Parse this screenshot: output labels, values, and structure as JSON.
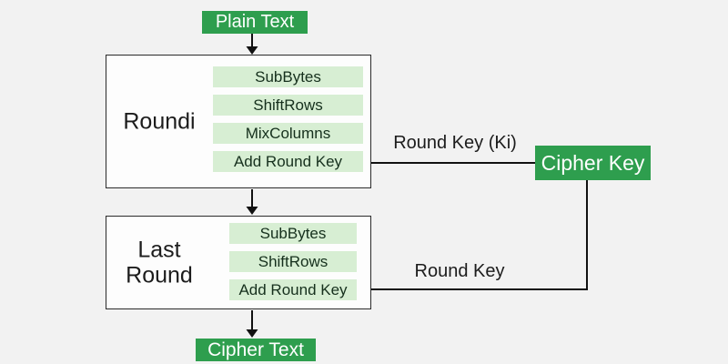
{
  "colors": {
    "background": "#f2f2f2",
    "accent_green": "#2e9e4e",
    "light_green": "#d7eed3",
    "box_background": "#fdfdfd",
    "box_border": "#2b2b2b",
    "arrow": "#111111",
    "badge_text": "#ffffff",
    "label_text": "#1c1c1c",
    "step_text": "#16301d"
  },
  "nodes": {
    "plain_text": {
      "label": "Plain Text"
    },
    "cipher_key": {
      "label": "Cipher Key"
    },
    "cipher_text": {
      "label": "Cipher Text"
    },
    "round_i": {
      "title": "Roundi",
      "steps": [
        "SubBytes",
        "ShiftRows",
        "MixColumns",
        "Add Round Key"
      ]
    },
    "last_round": {
      "title": "Last Round",
      "steps": [
        "SubBytes",
        "ShiftRows",
        "Add Round Key"
      ]
    }
  },
  "edge_labels": {
    "round_key_ki": "Round Key (Ki)",
    "round_key": "Round Key"
  }
}
